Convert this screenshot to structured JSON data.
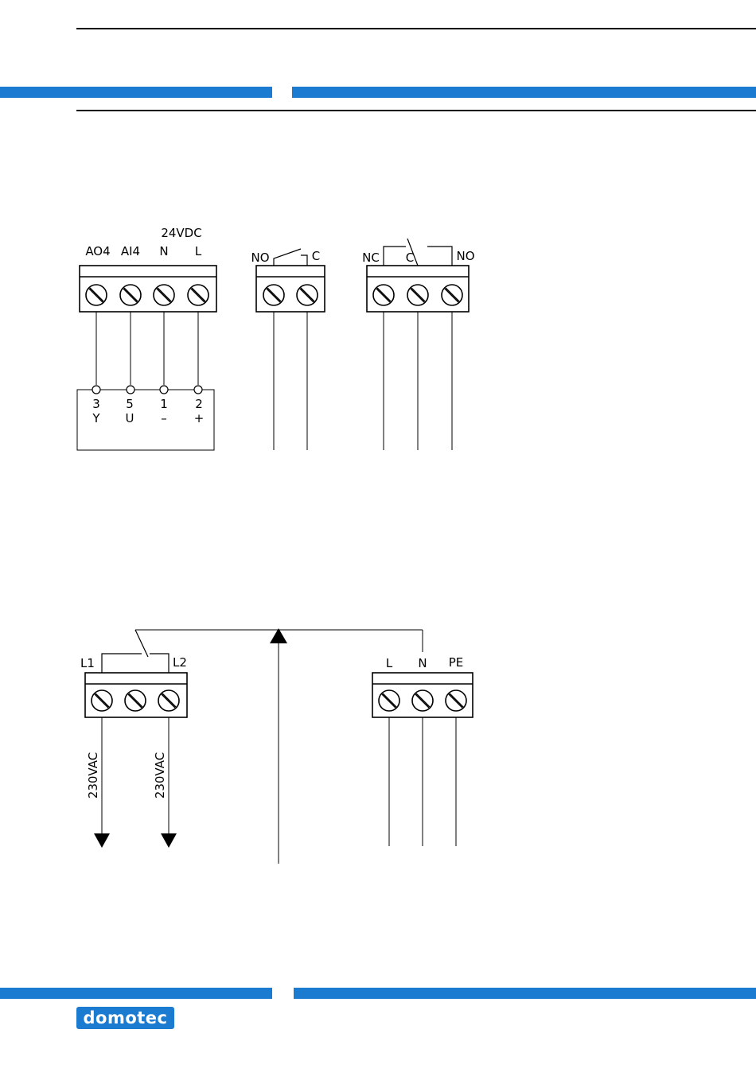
{
  "colors": {
    "accent": "#1a7bd1",
    "line": "#000000",
    "background": "#ffffff"
  },
  "logo": {
    "text": "domotec"
  },
  "block_a": {
    "terminals": [
      {
        "label": "AO4"
      },
      {
        "label": "AI4"
      },
      {
        "label": "N"
      },
      {
        "label": "L"
      }
    ],
    "supply_label": "24VDC",
    "device_pins": [
      {
        "number": "3",
        "signal": "Y"
      },
      {
        "number": "5",
        "signal": "U"
      },
      {
        "number": "1",
        "signal": "–"
      },
      {
        "number": "2",
        "signal": "+"
      }
    ]
  },
  "block_b": {
    "left_label": "NO",
    "right_label": "C"
  },
  "block_c": {
    "left_label": "NC",
    "middle_label": "C",
    "right_label": "NO"
  },
  "block_d": {
    "left_label": "L1",
    "right_label": "L2",
    "left_voltage": "230VAC",
    "right_voltage": "230VAC"
  },
  "block_e": {
    "labels": [
      "L",
      "N",
      "PE"
    ]
  }
}
